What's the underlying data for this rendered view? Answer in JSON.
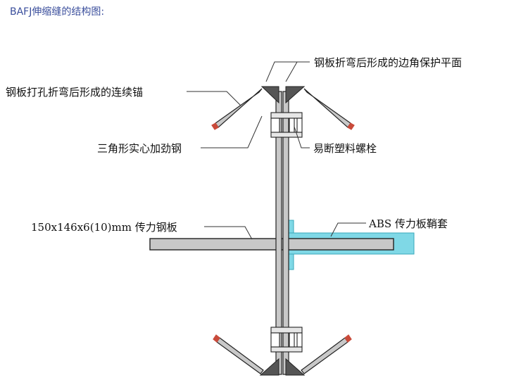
{
  "title": "BAFJ伸缩缝的结构图:",
  "labels": {
    "bent_plate_edge": "钢板折弯后形成的边角保护平面",
    "anchor": "钢板打孔折弯后形成的连续锚",
    "stiffener": "三角形实心加劲钢",
    "bolt": "易断塑料螺栓",
    "plate": "150x146x6(10)mm 传力钢板",
    "sleeve": "ABS 传力板鞘套"
  },
  "colors": {
    "steel_fill": "#c8c8c8",
    "stiffener_fill": "#555555",
    "sleeve_fill": "#7fd8e6",
    "anchor_tip": "#c94a3a",
    "line": "#222222"
  }
}
